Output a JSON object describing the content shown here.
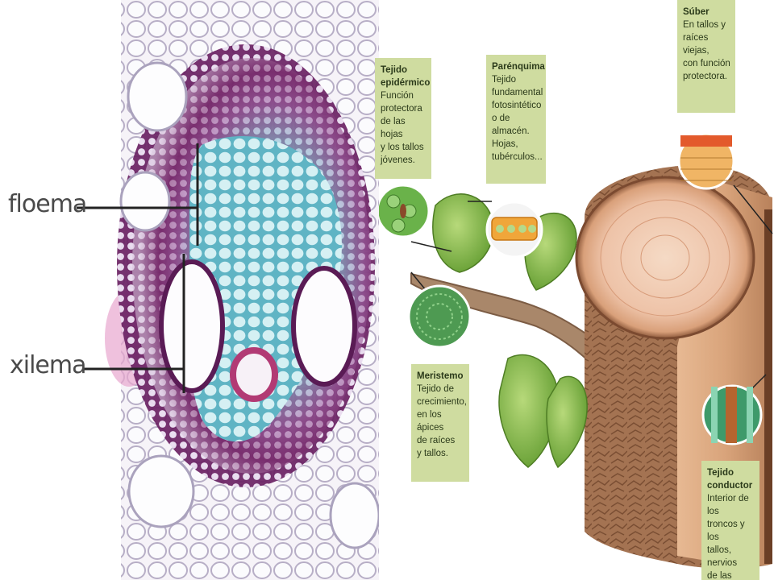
{
  "labels": {
    "floema": "floema",
    "xilema": "xilema"
  },
  "callouts": {
    "tejido_epidermico": {
      "title": "Tejido\nepidérmico",
      "body": "Función\nprotectora\nde las hojas\ny los tallos\njóvenes."
    },
    "parenquima": {
      "title": "Parénquima",
      "body": "Tejido\nfundamental\nfotosintético\no de almacén.\nHojas,\ntubérculos..."
    },
    "suber": {
      "title": "Súber",
      "body": "En tallos y\nraíces viejas,\ncon función\nprotectora."
    },
    "meristemo": {
      "title": "Meristemo",
      "body": "Tejido de\ncrecimiento,\nen los ápices\nde raíces\ny tallos."
    },
    "tejido_conductor": {
      "title": "Tejido\nconductor",
      "body": "Interior de los\ntroncos y los\ntallos, nervios\nde las hojas."
    }
  },
  "colors": {
    "callout_bg": "#cfdca0",
    "wood_bark": "#9a6a4a",
    "wood_ring": "#f1cfb6",
    "leaf_green": "#7cb242",
    "xylem_cyan": "#9fdce0",
    "stain_purple": "#7a2f6a"
  }
}
